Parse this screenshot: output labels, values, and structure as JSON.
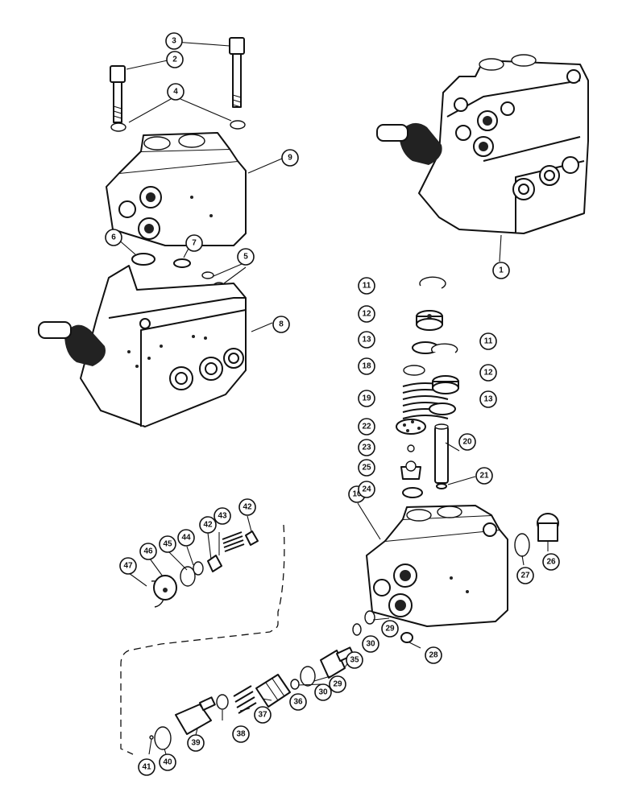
{
  "callouts": [
    {
      "id": "c1",
      "label": "1"
    },
    {
      "id": "c2",
      "label": "2"
    },
    {
      "id": "c3",
      "label": "3"
    },
    {
      "id": "c4",
      "label": "4"
    },
    {
      "id": "c5",
      "label": "5"
    },
    {
      "id": "c6",
      "label": "6"
    },
    {
      "id": "c7",
      "label": "7"
    },
    {
      "id": "c8",
      "label": "8"
    },
    {
      "id": "c9",
      "label": "9"
    },
    {
      "id": "c10",
      "label": "10"
    },
    {
      "id": "c11a",
      "label": "11"
    },
    {
      "id": "c11b",
      "label": "11"
    },
    {
      "id": "c12a",
      "label": "12"
    },
    {
      "id": "c12b",
      "label": "12"
    },
    {
      "id": "c13a",
      "label": "13"
    },
    {
      "id": "c13b",
      "label": "13"
    },
    {
      "id": "c18",
      "label": "18"
    },
    {
      "id": "c19",
      "label": "19"
    },
    {
      "id": "c20",
      "label": "20"
    },
    {
      "id": "c21",
      "label": "21"
    },
    {
      "id": "c22",
      "label": "22"
    },
    {
      "id": "c23",
      "label": "23"
    },
    {
      "id": "c24",
      "label": "24"
    },
    {
      "id": "c25",
      "label": "25"
    },
    {
      "id": "c26",
      "label": "26"
    },
    {
      "id": "c27",
      "label": "27"
    },
    {
      "id": "c28",
      "label": "28"
    },
    {
      "id": "c29a",
      "label": "29"
    },
    {
      "id": "c29b",
      "label": "29"
    },
    {
      "id": "c30a",
      "label": "30"
    },
    {
      "id": "c30b",
      "label": "30"
    },
    {
      "id": "c35",
      "label": "35"
    },
    {
      "id": "c36",
      "label": "36"
    },
    {
      "id": "c37",
      "label": "37"
    },
    {
      "id": "c38",
      "label": "38"
    },
    {
      "id": "c39",
      "label": "39"
    },
    {
      "id": "c40",
      "label": "40"
    },
    {
      "id": "c41",
      "label": "41"
    },
    {
      "id": "c42a",
      "label": "42"
    },
    {
      "id": "c42b",
      "label": "42"
    },
    {
      "id": "c43",
      "label": "43"
    },
    {
      "id": "c44",
      "label": "44"
    },
    {
      "id": "c45",
      "label": "45"
    },
    {
      "id": "c46",
      "label": "46"
    },
    {
      "id": "c47",
      "label": "47"
    }
  ]
}
